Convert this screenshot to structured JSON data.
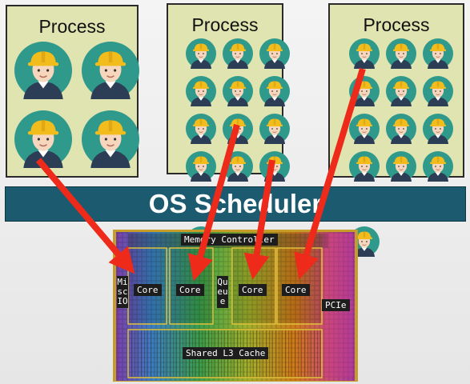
{
  "processes": [
    {
      "title": "Process",
      "workers": 4
    },
    {
      "title": "Process",
      "workers": 16
    },
    {
      "title": "Process",
      "workers": 16
    }
  ],
  "scheduler": {
    "label": "OS Scheduler"
  },
  "chip": {
    "memory_controller": "Memory Controller",
    "cores": [
      "Core",
      "Core",
      "Core",
      "Core"
    ],
    "queue": "Queue",
    "misc_io": "Misc IO",
    "pcie": "PCIe",
    "l3_cache": "Shared L3 Cache"
  },
  "colors": {
    "process_bg": "#dfe4b0",
    "scheduler_bg": "#1b5a6f",
    "arrow": "#ee2a1a",
    "worker_circle": "#2f9a8c",
    "helmet": "#f2bd1c"
  }
}
